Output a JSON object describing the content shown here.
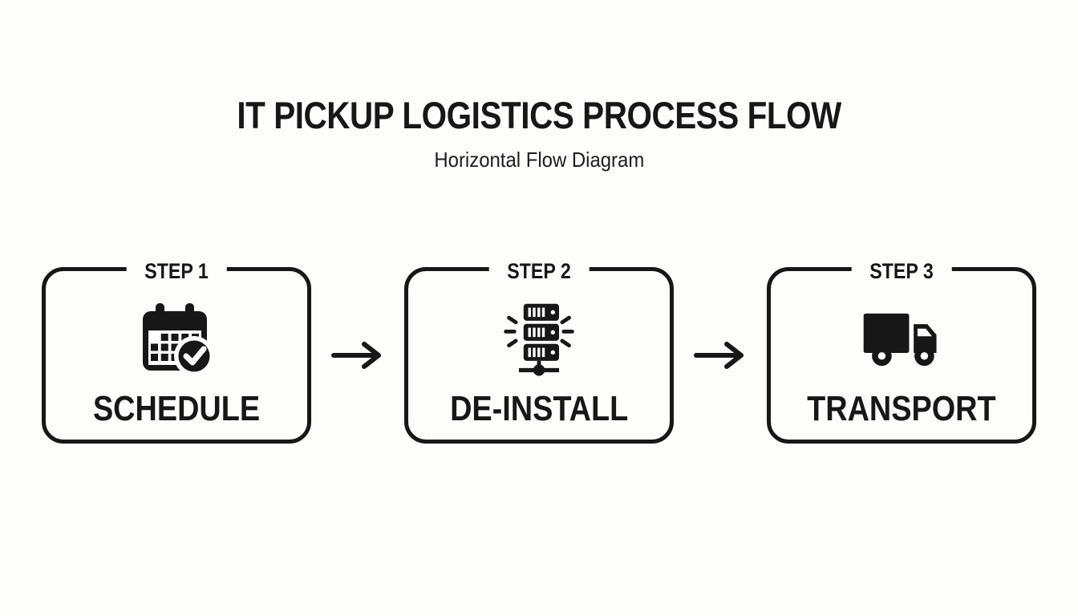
{
  "theme": {
    "ink_color": "#171717",
    "background_color": "#fdfdfc"
  },
  "header": {
    "title": "IT PICKUP LOGISTICS PROCESS FLOW",
    "subtitle": "Horizontal Flow Diagram"
  },
  "flow": {
    "arrow_icon": "right-arrow-icon",
    "steps": [
      {
        "label": "STEP 1",
        "name": "SCHEDULE",
        "icon": "calendar-check-icon"
      },
      {
        "label": "STEP 2",
        "name": "DE-INSTALL",
        "icon": "server-disconnect-icon"
      },
      {
        "label": "STEP 3",
        "name": "TRANSPORT",
        "icon": "truck-icon"
      }
    ]
  }
}
